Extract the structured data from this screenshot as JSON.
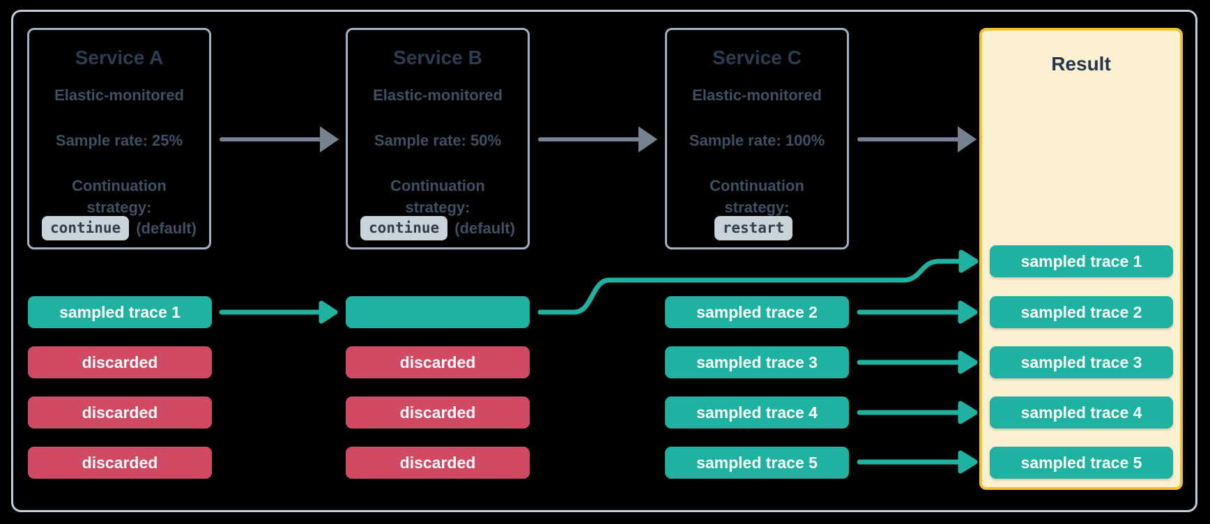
{
  "colors": {
    "background": "#000000",
    "frame_border": "#c2cfda",
    "service_border": "#a3b2c0",
    "title_text": "#2d3e50",
    "body_text": "#3e5062",
    "code_chip_bg": "#c9d3da",
    "code_chip_text": "#303e4c",
    "teal": "#1fb2a1",
    "red": "#d14a63",
    "arrow_gray": "#76828f",
    "result_bg": "#fcf0d2",
    "result_border": "#f3c12b",
    "chip_text": "#ffffff"
  },
  "services": [
    {
      "name": "Service A",
      "monitoring": "Elastic-monitored",
      "sample_rate": "Sample rate: 25%",
      "continuation_line1": "Continuation",
      "continuation_line2": "strategy:",
      "strategy_code": "continue",
      "strategy_suffix": "(default)"
    },
    {
      "name": "Service B",
      "monitoring": "Elastic-monitored",
      "sample_rate": "Sample rate: 50%",
      "continuation_line1": "Continuation",
      "continuation_line2": "strategy:",
      "strategy_code": "continue",
      "strategy_suffix": "(default)"
    },
    {
      "name": "Service C",
      "monitoring": "Elastic-monitored",
      "sample_rate": "Sample rate: 100%",
      "continuation_line1": "Continuation",
      "continuation_line2": "strategy:",
      "strategy_code": "restart",
      "strategy_suffix": ""
    }
  ],
  "lanes": {
    "service_a": [
      "sampled trace 1",
      "discarded",
      "discarded",
      "discarded"
    ],
    "service_b": [
      "",
      "discarded",
      "discarded",
      "discarded"
    ],
    "service_c": [
      "sampled trace 2",
      "sampled trace 3",
      "sampled trace 4",
      "sampled trace 5"
    ]
  },
  "result": {
    "title": "Result",
    "traces": [
      "sampled trace 1",
      "sampled trace 2",
      "sampled trace 3",
      "sampled trace 4",
      "sampled trace 5"
    ]
  }
}
